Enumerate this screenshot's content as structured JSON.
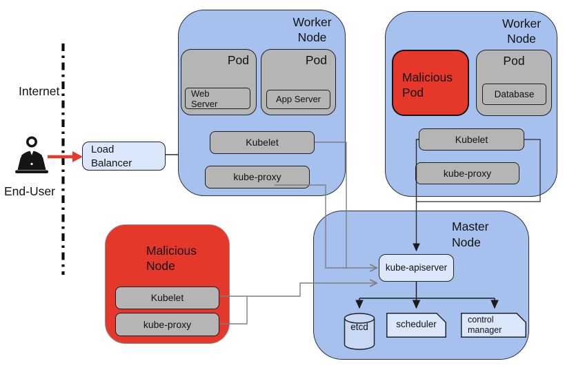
{
  "colors": {
    "node_fill_blue": "#a7c1ee",
    "component_fill_light_blue": "#dbe8fb",
    "etcd_fill": "#c9d9f3",
    "pod_fill_gray": "#b5b5b5",
    "malicious_fill_red": "#e6382a",
    "user_arrow_red": "#e8392c",
    "connector_gray": "#7d7d7d",
    "connector_black": "#2a2a2a"
  },
  "scene": {
    "internet_label": "Internet",
    "end_user_label": "End-User",
    "load_balancer_label": "Load Balancer"
  },
  "worker_node_1": {
    "title": "Worker Node",
    "pods": [
      {
        "title": "Pod",
        "component": "Web Server"
      },
      {
        "title": "Pod",
        "component": "App Server"
      }
    ],
    "kubelet_label": "Kubelet",
    "kube_proxy_label": "kube-proxy"
  },
  "worker_node_2": {
    "title": "Worker Node",
    "malicious_pod_label": "Malicious Pod",
    "pod": {
      "title": "Pod",
      "component": "Database"
    },
    "kubelet_label": "Kubelet",
    "kube_proxy_label": "kube-proxy"
  },
  "malicious_node": {
    "title": "Malicious Node",
    "kubelet_label": "Kubelet",
    "kube_proxy_label": "kube-proxy"
  },
  "master_node": {
    "title": "Master Node",
    "api_server_label": "kube-apiserver",
    "etcd_label": "etcd",
    "scheduler_label": "scheduler",
    "control_manager_label": "control manager"
  }
}
